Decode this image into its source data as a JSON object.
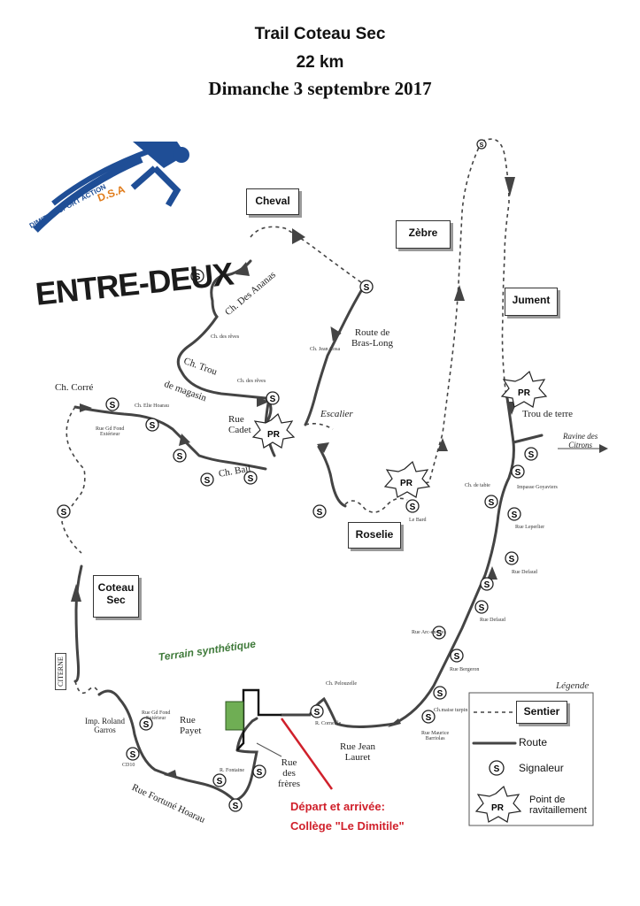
{
  "header": {
    "line1": "Trail Coteau Sec",
    "line2": "22 km",
    "line3": "Dimanche 3 septembre 2017"
  },
  "logo": {
    "text_org": "DIMITILE SPORT ACTION",
    "text_abbr": "D.S.A"
  },
  "town_label": "ENTRE-DEUX",
  "terrain_label": "Terrain synthétique",
  "start_finish": {
    "line1": "Départ et arrivée:",
    "line2": "Collège \"Le Dimitile\"",
    "color": "#d0202b"
  },
  "sectors": {
    "cheval": "Cheval",
    "zebre": "Zèbre",
    "jument": "Jument",
    "roselie": "Roselie",
    "coteau_sec": "Coteau\nSec"
  },
  "streets": {
    "ch_des_ananas": "Ch. Des Ananas",
    "route_bras_long": "Route de\nBras-Long",
    "ch_trou": "Ch. Trou",
    "de_magasin": "de magasin",
    "ch_corre": "Ch. Corré",
    "rue_cadet": "Rue\nCadet",
    "ch_bail": "Ch. Bail",
    "escalier": "Escalier",
    "trou_de_terre": "Trou de terre",
    "ravine_citrons": "Ravine des\nCitrons",
    "rue_payet": "Rue\nPayet",
    "rue_des_freres": "Rue\ndes\nfrères",
    "rue_jean_lauret": "Rue Jean\nLauret",
    "imp_roland_garros": "Imp. Roland\nGarros",
    "rue_fortune_hoarau": "Rue Fortuné Hoarau",
    "citerne": "CITERNE"
  },
  "small_labels": {
    "ch_des_reves_1": "Ch. des rêves",
    "ch_des_reves_2": "Ch. des rêves",
    "ch_jean_cosa": "Ch. Jean Cosa",
    "ch_elie_hoarau": "Ch. Elie Hoarau",
    "rue_gd_fond_exterieur": "Rue Gd Fond\nExtérieur",
    "ch_de_tabie": "Ch. de tabie",
    "impasse_goyaviers": "Impasse Goyaviers",
    "rue_leperlier": "Rue Leperlier",
    "rue_defaud_1": "Rue Defaud",
    "rue_defaud_2": "Rue Defaud",
    "rue_arc_en_ciel": "Rue Arc-en-ciel",
    "rue_bergeron": "Rue Bergeron",
    "ch_aimee_turpin": "Ch.maise turpin",
    "rue_maurice_barriolas": "Rue Maurice\nBarriolas",
    "ch_pelouzelle": "Ch. Pelouzelle",
    "r_corneille": "R. Corneille",
    "le_bard": "Le Bard",
    "rue_gd_fond_ext_2": "Rue Gd Fond\nExtérieur",
    "cd10": "CD10",
    "r_fontaine": "R. Fontaine"
  },
  "legend": {
    "title": "Légende",
    "sentier_box": "Sentier",
    "route": "Route",
    "signaleur": "Signaleur",
    "ravitaillement": "Point de\nravitaillement"
  },
  "symbols": {
    "signaleur": "S",
    "ravitaillement": "PR"
  },
  "colors": {
    "logo_blue": "#1f4e96",
    "logo_orange": "#e07b1a",
    "route_line": "#444444",
    "green_field": "#6fae54"
  }
}
